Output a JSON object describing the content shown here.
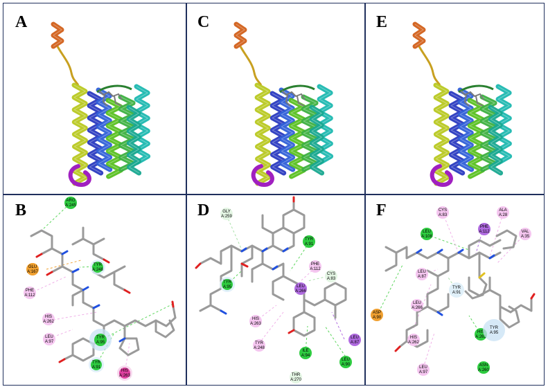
{
  "panels": {
    "a": {
      "label": "A"
    },
    "b": {
      "label": "B"
    },
    "c": {
      "label": "C"
    },
    "d": {
      "label": "D"
    },
    "e": {
      "label": "E"
    },
    "f": {
      "label": "F"
    }
  },
  "colors": {
    "border": "#1f2f5c",
    "green_residue": "#2ecc40",
    "pink_residue": "#f5c6f0",
    "orange_residue": "#f0a030",
    "purple_residue": "#b06be0",
    "magenta_residue": "#e040a0",
    "ligand_gray": "#9a9a9a"
  },
  "b_residues": {
    "arg245": [
      "ARG",
      "A:245"
    ],
    "glu167": [
      "GLU",
      "A:167"
    ],
    "tyr248": [
      "TYR",
      "A:248"
    ],
    "phe112": [
      "PHE",
      "A:112"
    ],
    "his262": [
      "HIS",
      "A:262"
    ],
    "tyr95": [
      "TYR",
      "A:95"
    ],
    "leu97": [
      "LEU",
      "A:97"
    ],
    "tyr91": [
      "TYR",
      "A:91"
    ],
    "his263": [
      "HIS",
      "A:263"
    ]
  },
  "d_residues": {
    "gly259": [
      "GLY",
      "A:259"
    ],
    "tyr91": [
      "TYR",
      "A:91"
    ],
    "phe112": [
      "PHE",
      "A:112"
    ],
    "cys83": [
      "CYS",
      "A:83"
    ],
    "tyr95": [
      "TYR",
      "A:95"
    ],
    "leu266": [
      "LEU",
      "A:266"
    ],
    "his263": [
      "HIS",
      "A:263"
    ],
    "tyr248": [
      "TYR",
      "A:248"
    ],
    "ile94": [
      "ILE",
      "A:94"
    ],
    "leu90": [
      "LEU",
      "A:90"
    ],
    "leu87": [
      "LEU",
      "A:87"
    ],
    "thr270": [
      "THR",
      "A:270"
    ]
  },
  "f_residues": {
    "cys83": [
      "CYS",
      "A:83"
    ],
    "ala28": [
      "ALA",
      "A:28"
    ],
    "leu108": [
      "LEU",
      "A:108"
    ],
    "phe112": [
      "PHE",
      "A:112"
    ],
    "val35": [
      "VAL",
      "A:35"
    ],
    "leu87": [
      "LEU",
      "A:87"
    ],
    "tyr91": [
      "TYR",
      "A:91"
    ],
    "leu266": [
      "LEU",
      "A:266"
    ],
    "asp90": [
      "ASP",
      "A:90"
    ],
    "his262": [
      "HIS",
      "A:262"
    ],
    "his263": [
      "HIS",
      "A:263"
    ],
    "tyr95": [
      "TYR",
      "A:95"
    ],
    "leu97": [
      "LEU",
      "A:97"
    ],
    "asn260": [
      "ASN",
      "A:260"
    ]
  }
}
